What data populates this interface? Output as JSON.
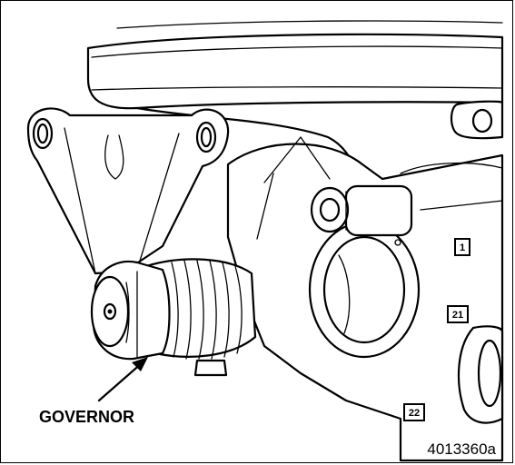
{
  "callout": {
    "label": "GOVERNOR"
  },
  "figure": {
    "number": "4013360a"
  },
  "reference_tags": [
    "1",
    "21",
    "22"
  ]
}
